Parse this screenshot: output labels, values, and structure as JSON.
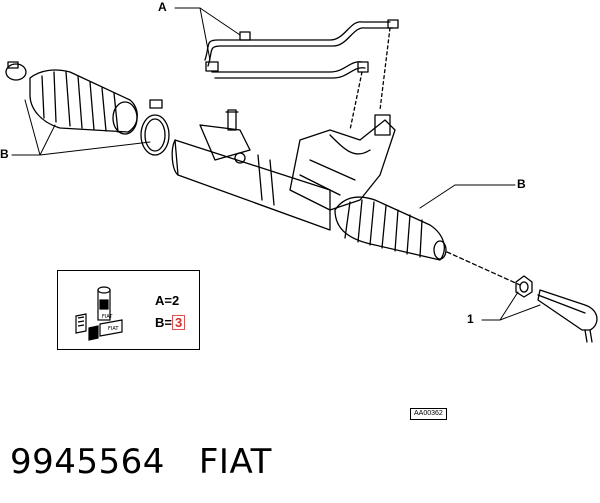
{
  "callouts": {
    "label_a": "A",
    "label_b_left": "B",
    "label_b_right": "B",
    "label_1": "1"
  },
  "legend": {
    "line_a": "A=2",
    "line_b_prefix": "B=",
    "line_b_value": "3",
    "icon_label_1": "FIAT",
    "icon_label_2": "FIAT"
  },
  "reference_code": "AA00362",
  "footer": {
    "part_number": "9945564",
    "brand": "FIAT"
  }
}
